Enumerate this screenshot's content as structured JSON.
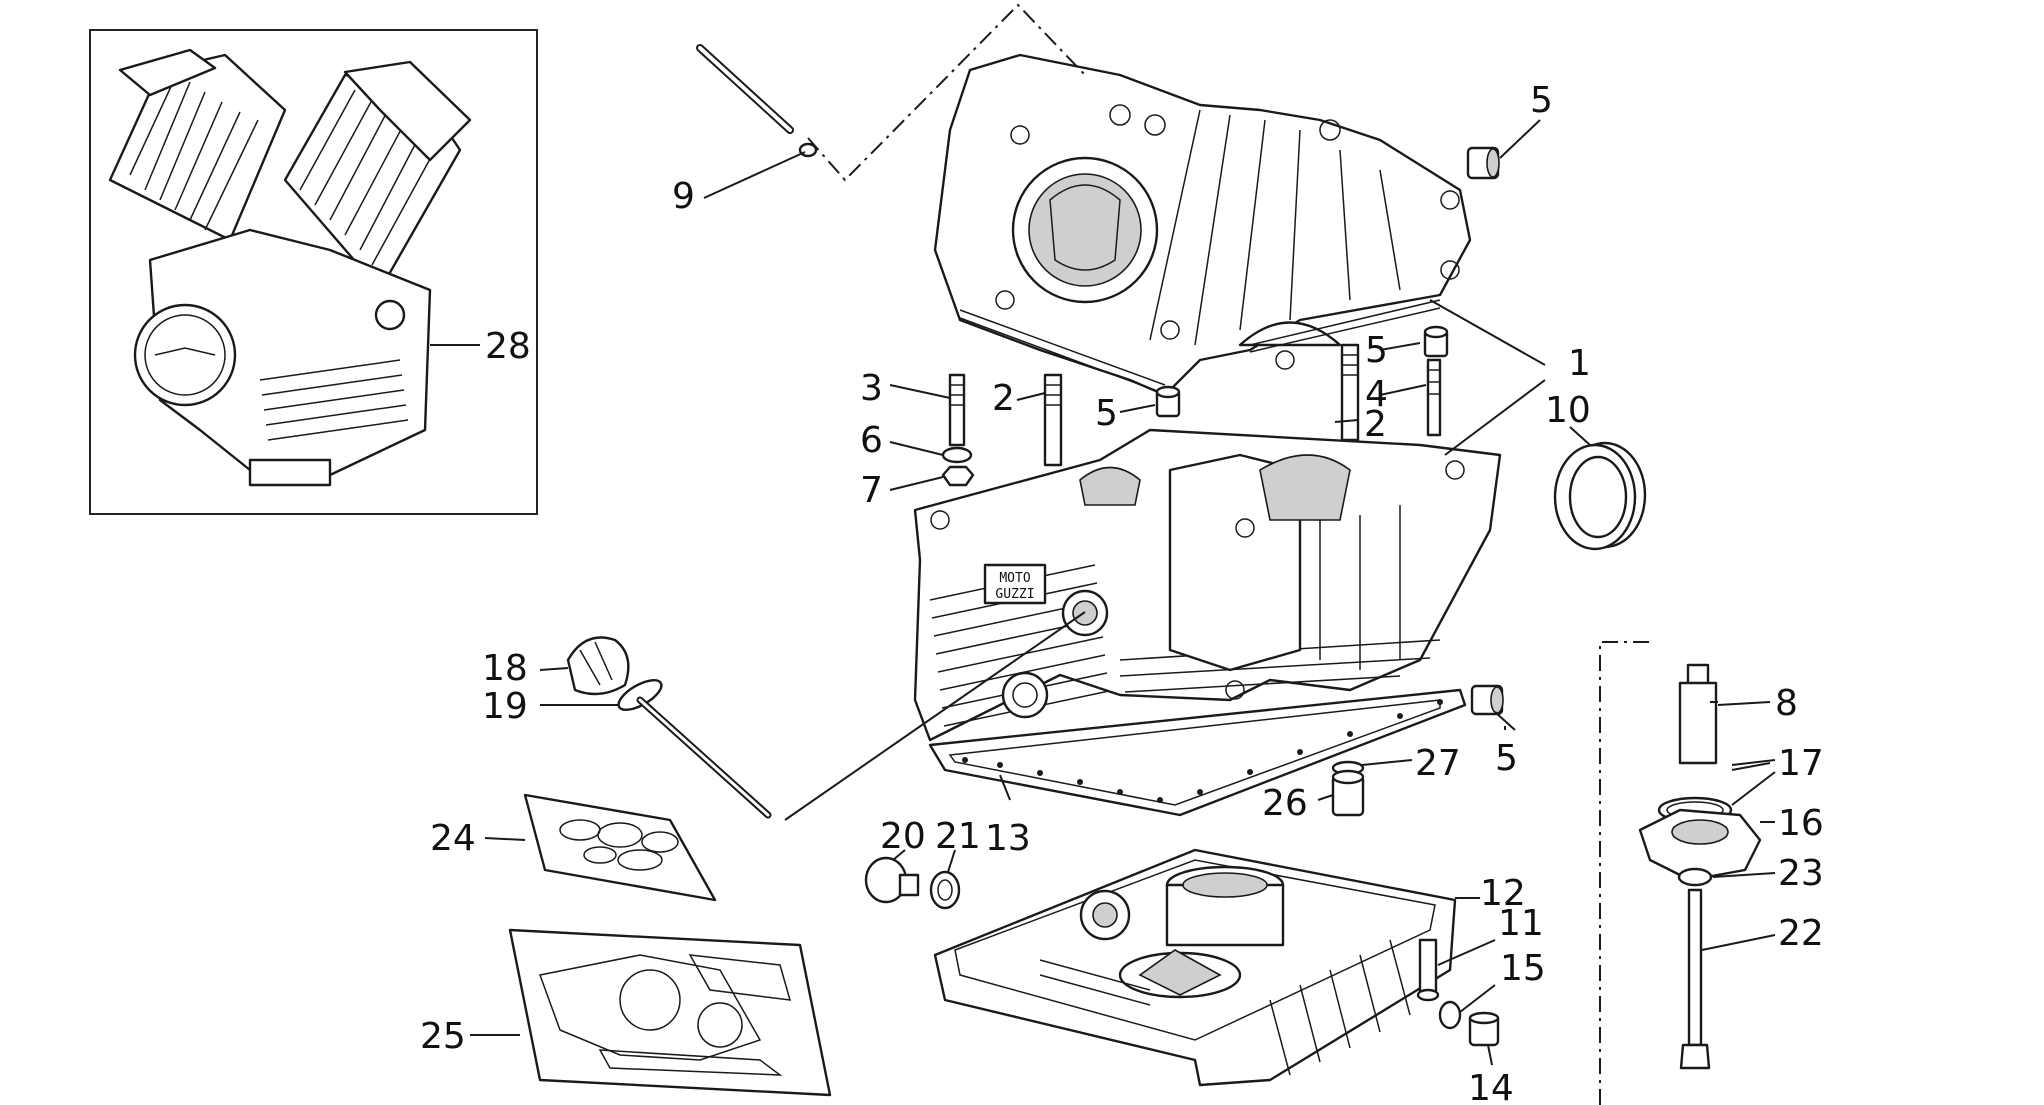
{
  "diagram": {
    "callouts": [
      {
        "id": "c1",
        "text": "1"
      },
      {
        "id": "c2a",
        "text": "2"
      },
      {
        "id": "c2b",
        "text": "2"
      },
      {
        "id": "c3",
        "text": "3"
      },
      {
        "id": "c4",
        "text": "4"
      },
      {
        "id": "c5a",
        "text": "5"
      },
      {
        "id": "c5b",
        "text": "5"
      },
      {
        "id": "c5c",
        "text": "5"
      },
      {
        "id": "c5d",
        "text": "5"
      },
      {
        "id": "c6",
        "text": "6"
      },
      {
        "id": "c7",
        "text": "7"
      },
      {
        "id": "c8",
        "text": "8"
      },
      {
        "id": "c9",
        "text": "9"
      },
      {
        "id": "c10",
        "text": "10"
      },
      {
        "id": "c11",
        "text": "11"
      },
      {
        "id": "c12",
        "text": "12"
      },
      {
        "id": "c13",
        "text": "13"
      },
      {
        "id": "c14",
        "text": "14"
      },
      {
        "id": "c15",
        "text": "15"
      },
      {
        "id": "c16",
        "text": "16"
      },
      {
        "id": "c17",
        "text": "17"
      },
      {
        "id": "c18",
        "text": "18"
      },
      {
        "id": "c19",
        "text": "19"
      },
      {
        "id": "c20",
        "text": "20"
      },
      {
        "id": "c21",
        "text": "21"
      },
      {
        "id": "c22",
        "text": "22"
      },
      {
        "id": "c23",
        "text": "23"
      },
      {
        "id": "c24",
        "text": "24"
      },
      {
        "id": "c25",
        "text": "25"
      },
      {
        "id": "c26",
        "text": "26"
      },
      {
        "id": "c27",
        "text": "27"
      },
      {
        "id": "c28",
        "text": "28"
      }
    ],
    "crankcase_plate": [
      "MOTO",
      "GUZZI"
    ]
  }
}
